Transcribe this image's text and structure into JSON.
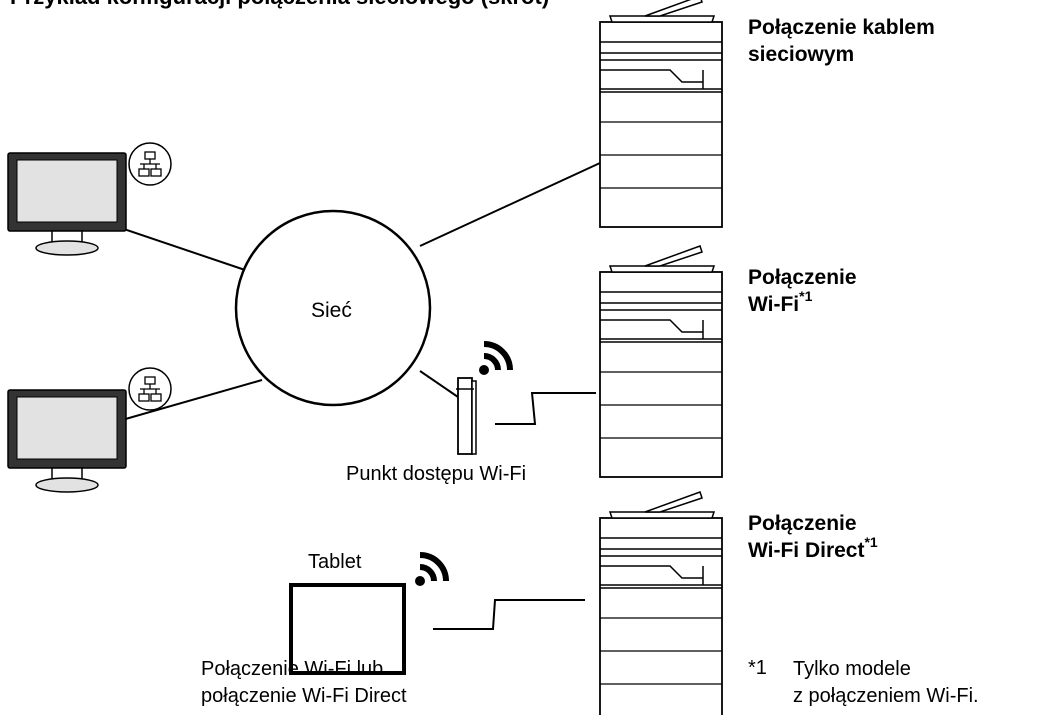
{
  "header_fragment": "Przykład konfiguracji połączenia sieciowego (skrót)",
  "network_label": "Sieć",
  "access_point_label": "Punkt dostępu Wi-Fi",
  "tablet_label": "Tablet",
  "tablet_caption": [
    "Połączenie Wi-Fi lub",
    "połączenie Wi-Fi Direct"
  ],
  "connections": [
    {
      "lines": [
        "Połączenie kablem",
        "sieciowym"
      ],
      "footnote": ""
    },
    {
      "lines": [
        "Połączenie",
        "Wi-Fi"
      ],
      "footnote": "*1"
    },
    {
      "lines": [
        "Połączenie",
        "Wi-Fi Direct"
      ],
      "footnote": "*1"
    }
  ],
  "footnote": {
    "mark": "*1",
    "lines": [
      "Tylko modele",
      "z połączeniem Wi-Fi."
    ]
  },
  "icons": {
    "pc": "desktop-computer-icon",
    "wired": "wired-network-icon",
    "wifi": "wifi-signal-icon",
    "printer": "multifunction-printer-icon",
    "ap": "wifi-access-point-icon",
    "tablet": "tablet-icon"
  }
}
